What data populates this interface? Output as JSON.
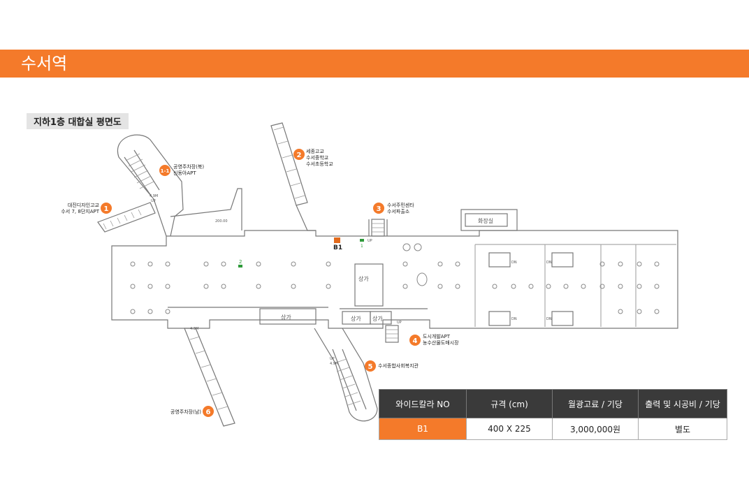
{
  "header": {
    "title": "수서역"
  },
  "plan": {
    "title": "지하1층 대합실 평면도"
  },
  "exits": [
    {
      "num": "1",
      "line1": "대진디자인고교",
      "line2": "수서 7, 8단지APT",
      "line3": ""
    },
    {
      "num": "1-1",
      "line1": "공영주차장(북)",
      "line2": "신동아APT",
      "line3": ""
    },
    {
      "num": "2",
      "line1": "세종고교",
      "line2": "수서중학교",
      "line3": "수서초등학교"
    },
    {
      "num": "3",
      "line1": "수서주민센타",
      "line2": "수서파출소",
      "line3": ""
    },
    {
      "num": "4",
      "line1": "도시개발APT",
      "line2": "농수산물도매시장",
      "line3": ""
    },
    {
      "num": "5",
      "line1": "수서종합사회복지관",
      "line2": "",
      "line3": ""
    },
    {
      "num": "6",
      "line1": "공영주차장(남)",
      "line2": "",
      "line3": ""
    }
  ],
  "map_labels": {
    "restroom": "화장실",
    "shop": "상가",
    "b1": "B1",
    "dn": "DN",
    "up": "UP",
    "marker_1": "1",
    "marker_2": "2",
    "width_a": "4.9M",
    "width_b": "4.3M",
    "width_c": "4.9M",
    "width_d": "200.00"
  },
  "colors": {
    "accent": "#f47a2a",
    "header_dark": "#3a3a3a",
    "b1_marker": "#e26a1c",
    "green_marker": "#2e9a3a"
  },
  "table": {
    "headers": [
      "와이드칼라 NO",
      "규격 (cm)",
      "월광고료 / 기당",
      "출력 및 시공비 / 기당"
    ],
    "rows": [
      [
        "B1",
        "400 X 225",
        "3,000,000원",
        "별도"
      ]
    ]
  }
}
